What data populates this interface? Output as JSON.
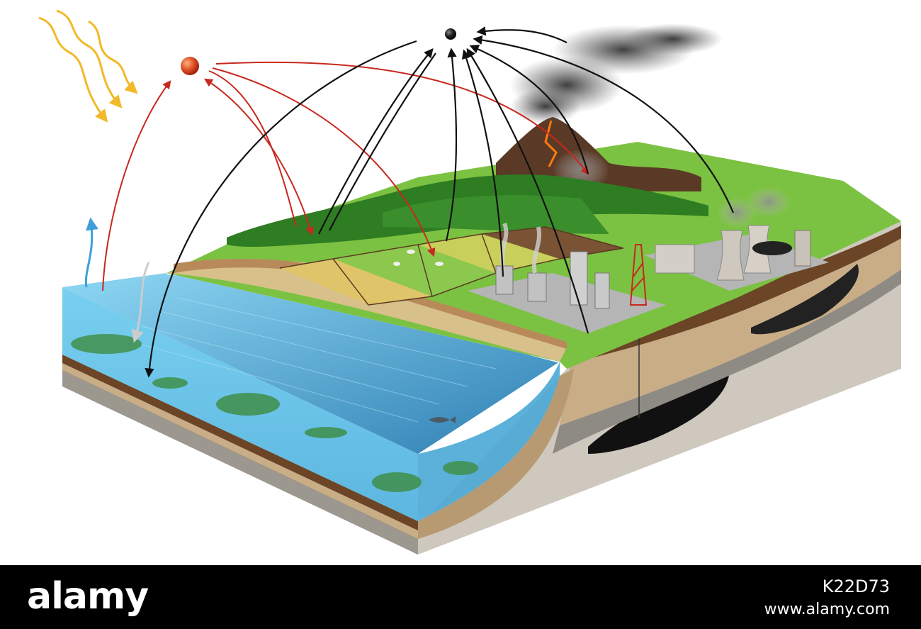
{
  "footer": {
    "brand": "alamy",
    "image_id": "K22D73",
    "website": "www.alamy.com"
  },
  "colors": {
    "sun_ray": "#f2b928",
    "red_flux": "#c8281e",
    "black_flux": "#111111",
    "evaporation": "#3f9fdb",
    "precipitation": "#c8c8c8",
    "water": "#62c4ec",
    "grass": "#6fb83a",
    "forest": "#2e7d22",
    "soil": "#6b4526",
    "rock": "#c9c2b8",
    "smoke": "#333333",
    "footer": "#000000"
  },
  "icons": {
    "sun_rays": "wavy-sun-rays-icon",
    "red_node": "red-sphere-icon",
    "black_node": "black-sphere-icon",
    "oil_derrick": "oil-derrick-icon",
    "cooling_towers": "cooling-tower-icon",
    "volcano": "volcano-icon"
  }
}
